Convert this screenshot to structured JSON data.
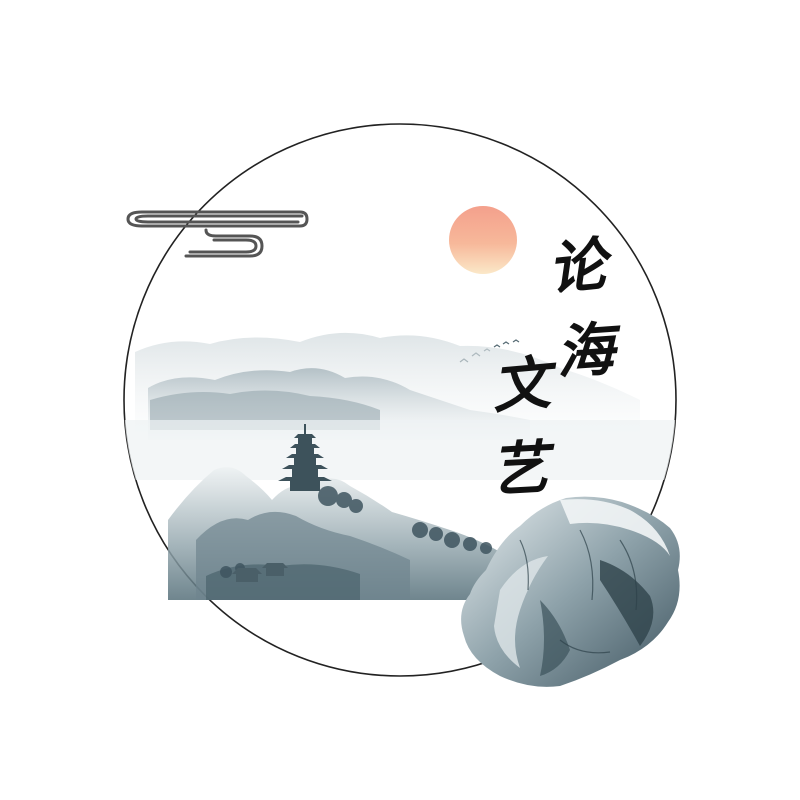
{
  "title": {
    "chars": [
      "论",
      "海",
      "文",
      "艺"
    ]
  },
  "palette": {
    "ink_dark": "#3f5560",
    "ink_mid": "#7d929b",
    "ink_light": "#c9d3d7",
    "sun_top": "#f4a08c",
    "sun_bottom": "#fbe8c8",
    "circle_stroke": "#222222",
    "cloud_stroke": "#555555"
  },
  "icons": [
    "cloud-scroll-icon",
    "pagoda-icon",
    "sun-icon",
    "birds-icon"
  ]
}
